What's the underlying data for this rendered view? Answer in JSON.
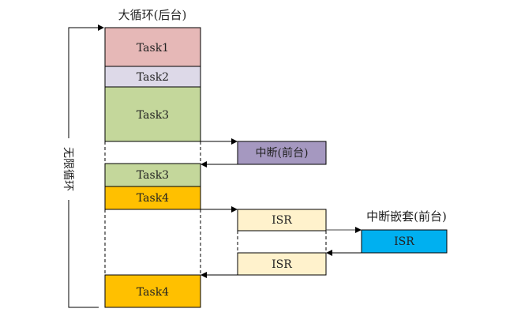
{
  "titles": {
    "background": "大循环(后台)",
    "nested": "中断嵌套(前台)",
    "loop": "无限循环"
  },
  "blocks": {
    "task1": {
      "label": "Task1",
      "color": "#e6b8b7"
    },
    "task2": {
      "label": "Task2",
      "color": "#ddd9e8"
    },
    "task3a": {
      "label": "Task3",
      "color": "#c4d79b"
    },
    "interrupt": {
      "label": "中断(前台)",
      "color": "#a598c0"
    },
    "task3b": {
      "label": "Task3",
      "color": "#c4d79b"
    },
    "task4a": {
      "label": "Task4",
      "color": "#ffc000"
    },
    "isr1": {
      "label": "ISR",
      "color": "#fff2cc"
    },
    "isr_nested": {
      "label": "ISR",
      "color": "#00b0f0"
    },
    "isr2": {
      "label": "ISR",
      "color": "#fff2cc"
    },
    "task4b": {
      "label": "Task4",
      "color": "#ffc000"
    }
  }
}
